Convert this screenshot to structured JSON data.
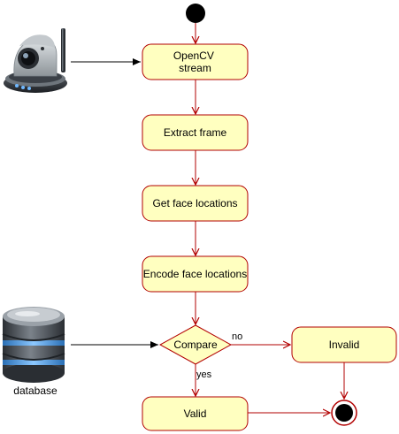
{
  "colors": {
    "node_fill": "#ffffc0",
    "node_stroke": "#b20000",
    "arrow_red": "#b20000",
    "arrow_black": "#000000",
    "start_fill": "#000000",
    "db_body": "#3a3f45",
    "db_band": "#5aa0e0"
  },
  "icons": {
    "camera": "webcam-icon",
    "database": "database-icon"
  },
  "nodes": {
    "opencv": "OpenCV\nstream",
    "extract": "Extract frame",
    "get_face": "Get face locations",
    "encode": "Encode face locations",
    "compare": "Compare",
    "invalid": "Invalid",
    "valid": "Valid",
    "database_label": "database"
  },
  "edges": {
    "no_label": "no",
    "yes_label": "yes"
  }
}
